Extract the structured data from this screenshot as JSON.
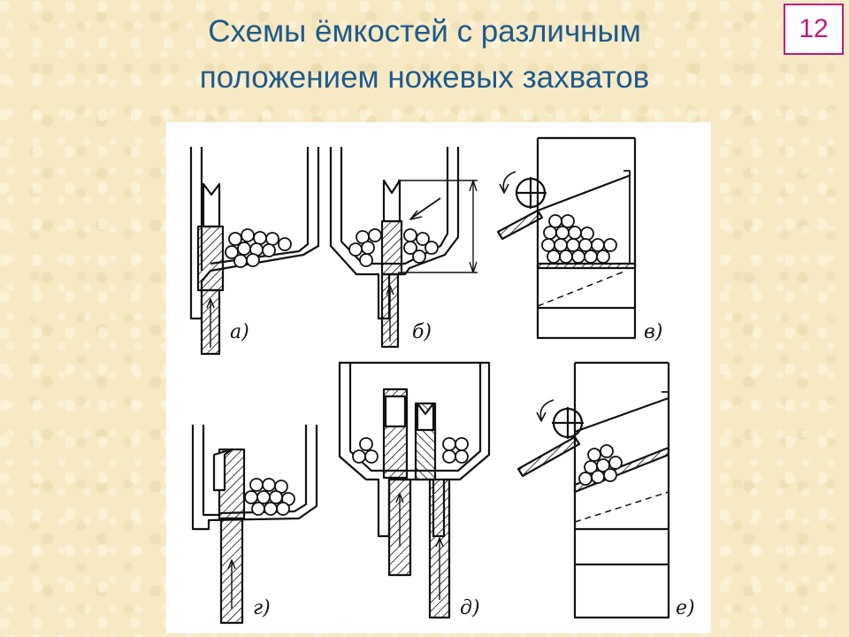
{
  "title": {
    "line1": "Схемы ёмкостей с различным",
    "line2": "положением ножевых захватов"
  },
  "page_number": "12",
  "figure": {
    "labels": {
      "a": "а)",
      "b": "б)",
      "v": "в)",
      "g": "г)",
      "d": "д)",
      "e": "е)"
    }
  }
}
